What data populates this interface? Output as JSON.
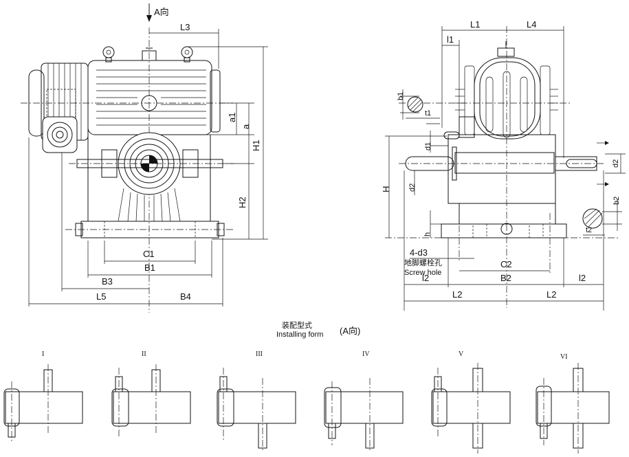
{
  "front_view": {
    "direction_label": "A向",
    "dims": {
      "L3": "L3",
      "a1": "a1",
      "a": "a",
      "H1": "H1",
      "H2": "H2",
      "C1": "C1",
      "B1": "B1",
      "B3": "B3",
      "L5": "L5",
      "B4": "B4"
    }
  },
  "side_view": {
    "dims": {
      "L1": "L1",
      "L4": "L4",
      "l1_top": "l1",
      "b1": "b1",
      "t1": "t1",
      "d1": "d1",
      "d2_left": "d2",
      "H": "H",
      "h": "h",
      "d3": "4-d3",
      "C2": "C2",
      "B2": "B2",
      "l2_left": "l2",
      "l2_right": "l2",
      "L2_left": "L2",
      "L2_right": "L2",
      "d2_right": "d2",
      "b2": "b2",
      "t2": "t2"
    },
    "anchor_note_cn": "地脚螺栓孔",
    "anchor_note_en": "Screw hole"
  },
  "install": {
    "title_cn": "装配型式",
    "title_en": "Installing form",
    "direction": "(A向)",
    "forms": [
      "I",
      "II",
      "III",
      "IV",
      "V",
      "VI"
    ]
  }
}
